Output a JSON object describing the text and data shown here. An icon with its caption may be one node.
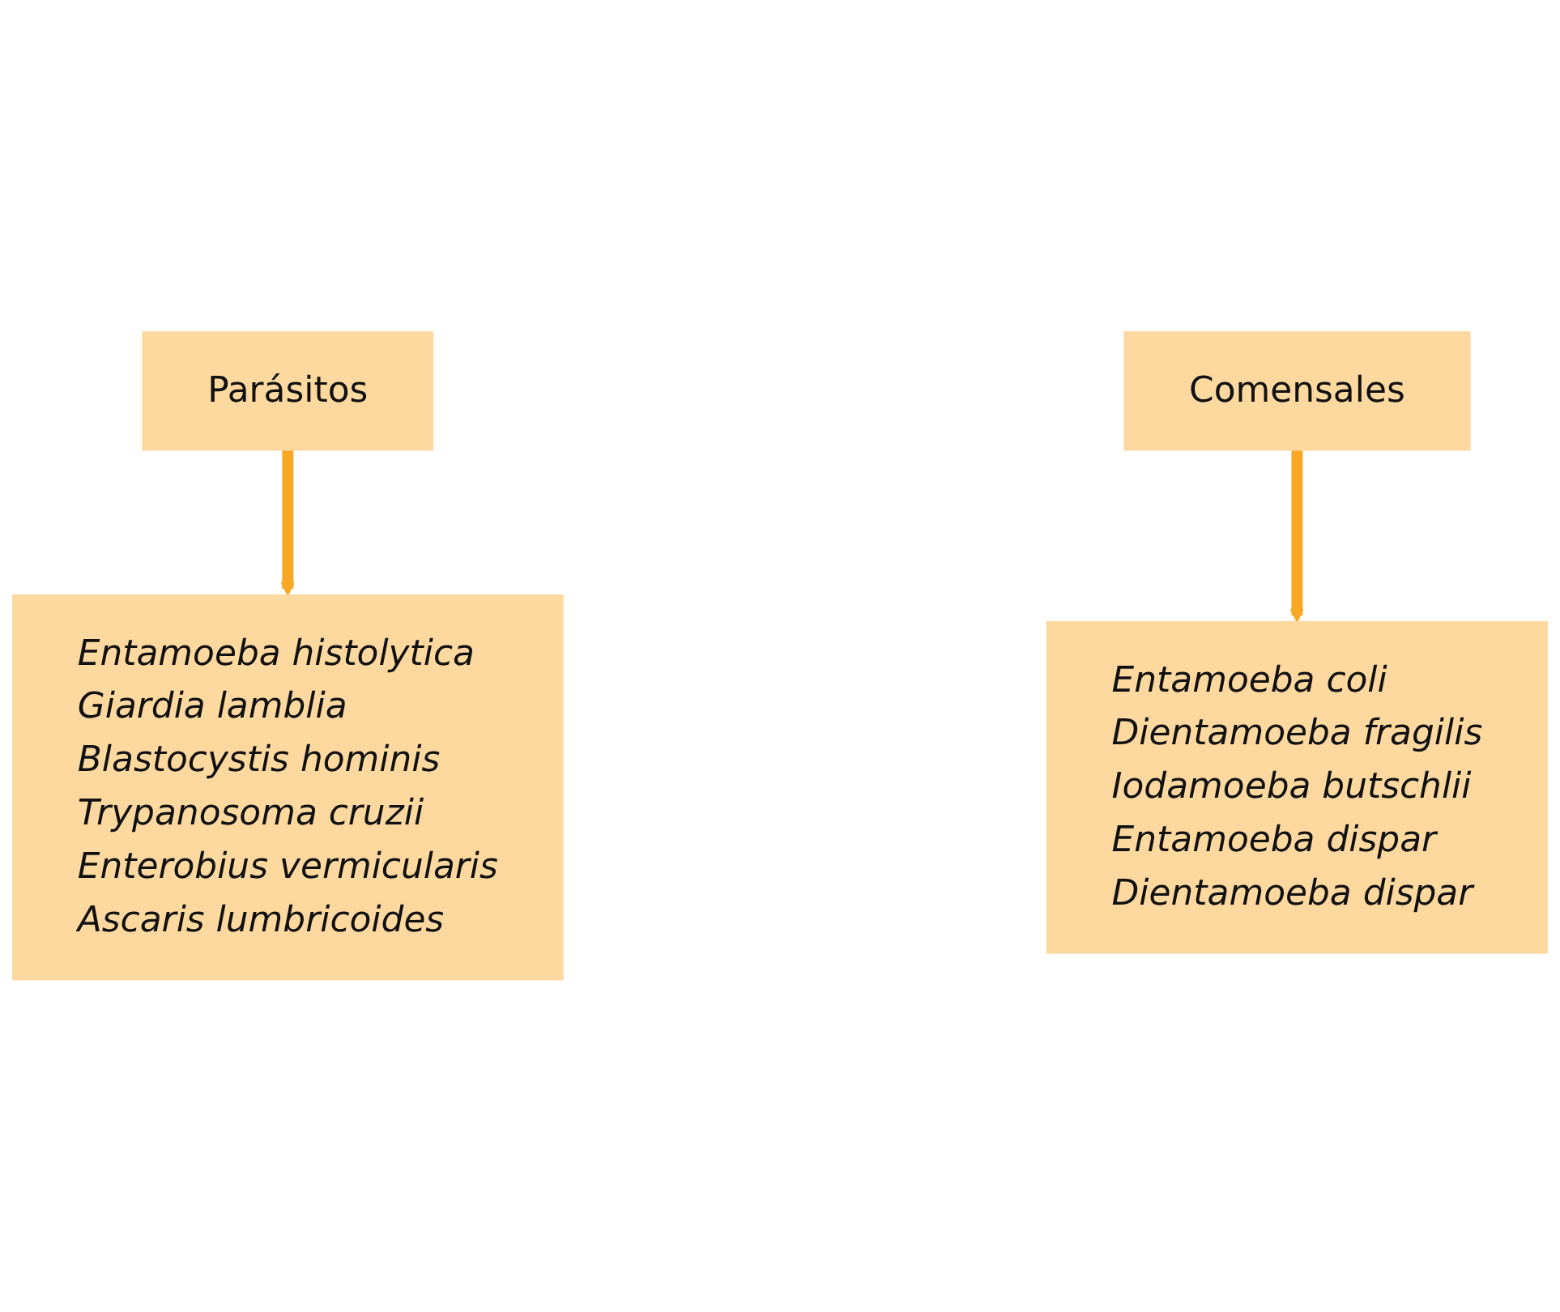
{
  "diagram": {
    "nodes": [
      {
        "text": [
          "Parásitos"
        ]
      },
      {
        "text": [
          "Entamoeba histolytica",
          "Giardia lamblia",
          "Blastocystis hominis",
          "Trypanosoma cruzii",
          "Enterobius vermicularis",
          "Ascaris lumbricoides"
        ]
      },
      {
        "text": [
          "Comensales"
        ]
      },
      {
        "text": [
          "Entamoeba coli",
          "Dientamoeba fragilis",
          "Iodamoeba butschlii",
          "Entamoeba dispar",
          "Dientamoeba dispar"
        ]
      }
    ],
    "edges": [
      {
        "from": 0,
        "to": 1,
        "arrow": "to"
      },
      {
        "from": 2,
        "to": 3,
        "arrow": "to"
      }
    ]
  }
}
